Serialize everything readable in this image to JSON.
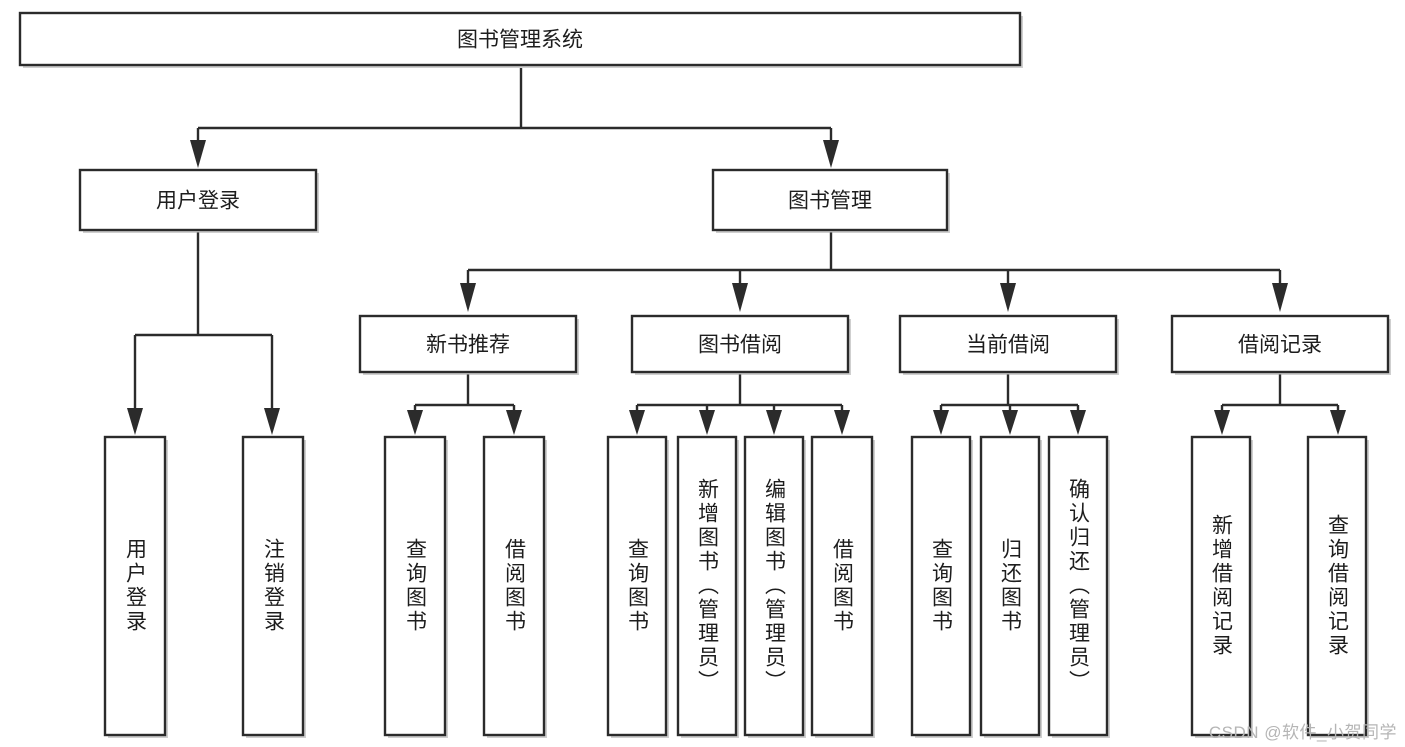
{
  "diagram": {
    "type": "tree-hierarchy",
    "title": "图书管理系统",
    "watermark": "CSDN @软件_小贺同学",
    "colors": {
      "box_fill": "#ffffff",
      "box_stroke": "#2b2b2b",
      "text": "#1d1d1d",
      "background": "#ffffff",
      "watermark": "#b5b5b5"
    },
    "root": {
      "label": "图书管理系统"
    },
    "level2": [
      {
        "label": "用户登录"
      },
      {
        "label": "图书管理"
      }
    ],
    "level3": [
      {
        "label": "新书推荐"
      },
      {
        "label": "图书借阅"
      },
      {
        "label": "当前借阅"
      },
      {
        "label": "借阅记录"
      }
    ],
    "leaves": {
      "user_login": [
        {
          "label": "用户登录"
        },
        {
          "label": "注销登录"
        }
      ],
      "new_book_recommend": [
        {
          "label": "查询图书"
        },
        {
          "label": "借阅图书"
        }
      ],
      "book_borrow": [
        {
          "label": "查询图书"
        },
        {
          "label": "新增图书（管理员）"
        },
        {
          "label": "编辑图书（管理员）"
        },
        {
          "label": "借阅图书"
        }
      ],
      "current_borrow": [
        {
          "label": "查询图书"
        },
        {
          "label": "归还图书"
        },
        {
          "label": "确认归还（管理员）"
        }
      ],
      "borrow_record": [
        {
          "label": "新增借阅记录"
        },
        {
          "label": "查询借阅记录"
        }
      ]
    }
  }
}
